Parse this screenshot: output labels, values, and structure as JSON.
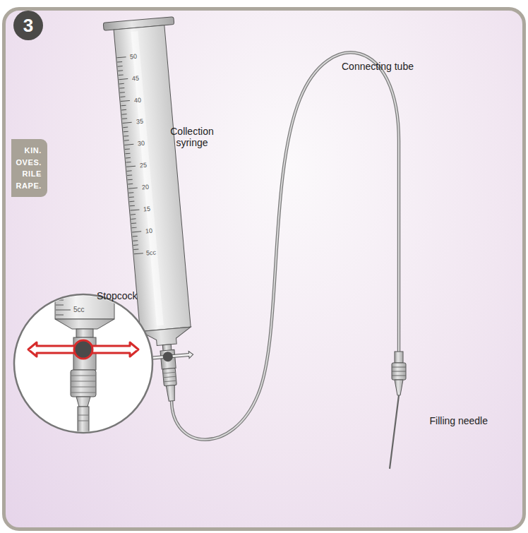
{
  "diagram": {
    "nodes": [
      {
        "text": [
          "3"
        ]
      },
      {
        "text": [
          "KIN. OVES. RILE RAPE."
        ]
      }
    ],
    "labels": [
      "Collection syringe",
      "Connecting tube",
      "Stopcock",
      "Filling needle",
      "50",
      "45",
      "40",
      "35",
      "30",
      "25",
      "20",
      "15",
      "10",
      "5cc",
      "5cc"
    ]
  }
}
